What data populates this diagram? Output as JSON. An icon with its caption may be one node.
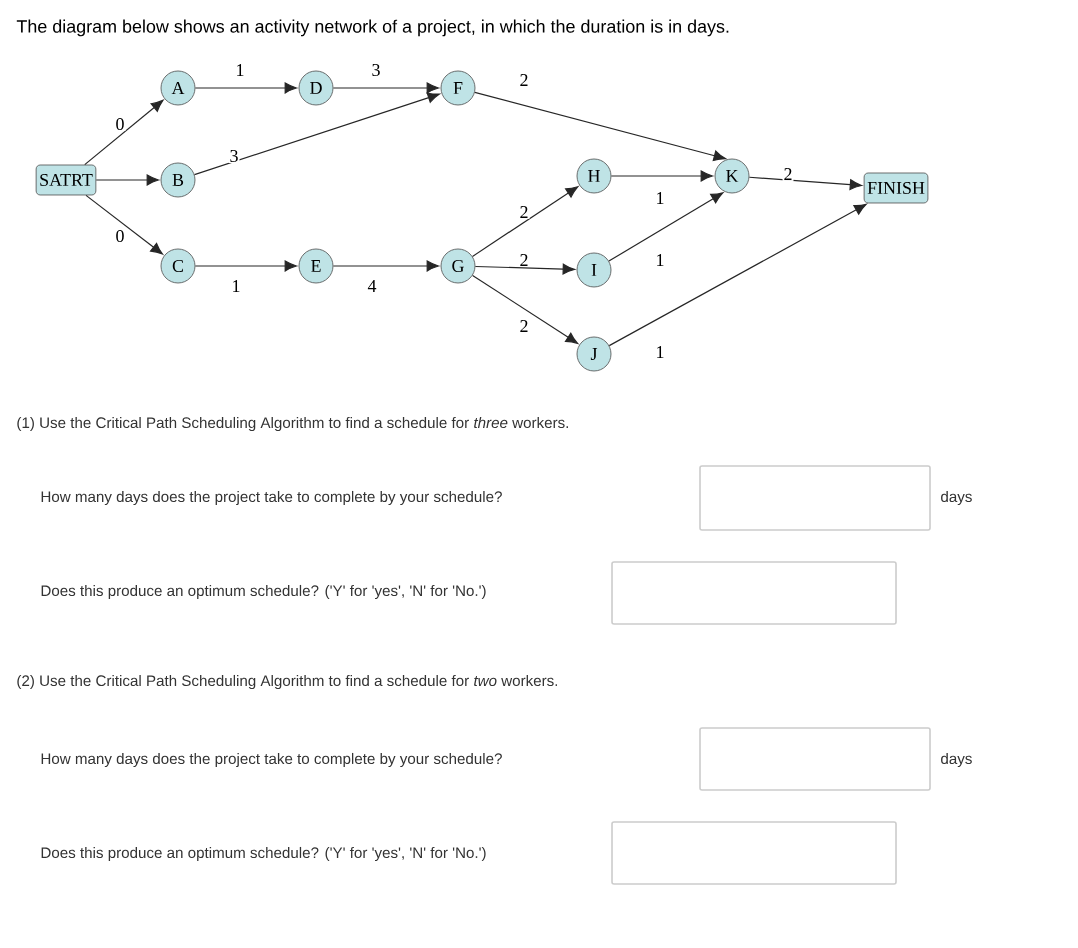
{
  "diagram": {
    "title": "The diagram below shows an activity network of a project, in which the duration is in days.",
    "nodes": [
      {
        "text": [
          "SATRT"
        ]
      },
      {
        "text": [
          "A"
        ]
      },
      {
        "text": [
          "B"
        ]
      },
      {
        "text": [
          "C"
        ]
      },
      {
        "text": [
          "D"
        ]
      },
      {
        "text": [
          "E"
        ]
      },
      {
        "text": [
          "F"
        ]
      },
      {
        "text": [
          "G"
        ]
      },
      {
        "text": [
          "H"
        ]
      },
      {
        "text": [
          "I"
        ]
      },
      {
        "text": [
          "J"
        ]
      },
      {
        "text": [
          "K"
        ]
      },
      {
        "text": [
          "FINISH"
        ]
      }
    ],
    "edges": [
      {
        "from": 0,
        "to": 1,
        "arrow": "to",
        "label": "0"
      },
      {
        "from": 0,
        "to": 2,
        "arrow": "to"
      },
      {
        "from": 0,
        "to": 3,
        "arrow": "to",
        "label": "0"
      },
      {
        "from": 1,
        "to": 4,
        "arrow": "to",
        "label": "1"
      },
      {
        "from": 4,
        "to": 6,
        "arrow": "to",
        "label": "3"
      },
      {
        "from": 2,
        "to": 6,
        "arrow": "to",
        "label": "3"
      },
      {
        "from": 3,
        "to": 5,
        "arrow": "to",
        "label": "1"
      },
      {
        "from": 5,
        "to": 7,
        "arrow": "to",
        "label": "4"
      },
      {
        "from": 6,
        "to": 11,
        "arrow": "to",
        "label": "2"
      },
      {
        "from": 7,
        "to": 8,
        "arrow": "to",
        "label": "2"
      },
      {
        "from": 7,
        "to": 9,
        "arrow": "to",
        "label": "2"
      },
      {
        "from": 7,
        "to": 10,
        "arrow": "to",
        "label": "2"
      },
      {
        "from": 8,
        "to": 11,
        "arrow": "to",
        "label": "1"
      },
      {
        "from": 9,
        "to": 11,
        "arrow": "to",
        "label": "1"
      },
      {
        "from": 11,
        "to": 12,
        "arrow": "to",
        "label": "2"
      },
      {
        "from": 10,
        "to": 12,
        "arrow": "to",
        "label": "1"
      }
    ],
    "labels": [
      "(1) Use the Critical Path Scheduling Algorithm to find a schedule for *three* workers.",
      "How many days does the project take to complete by your schedule?",
      "days",
      "Does this produce an optimum schedule? ('Y' for 'yes', 'N' for 'No.')",
      "(2) Use the Critical Path Scheduling Algorithm to find a schedule for *two* workers.",
      "How many days does the project take to complete by your schedule?",
      "days",
      "Does this produce an optimum schedule? ('Y' for 'yes', 'N' for 'No.')"
    ]
  }
}
